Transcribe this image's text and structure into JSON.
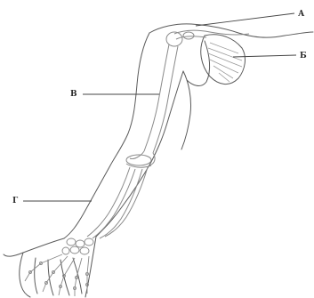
{
  "labels": {
    "a": "А",
    "b": "Б",
    "v": "В",
    "g": "Г"
  },
  "colors": {
    "outline": "#5a5a5a",
    "bone": "#8a8a8a",
    "hatch": "#9a9a9a",
    "leader": "#444444",
    "label": "#2a2a2a"
  }
}
